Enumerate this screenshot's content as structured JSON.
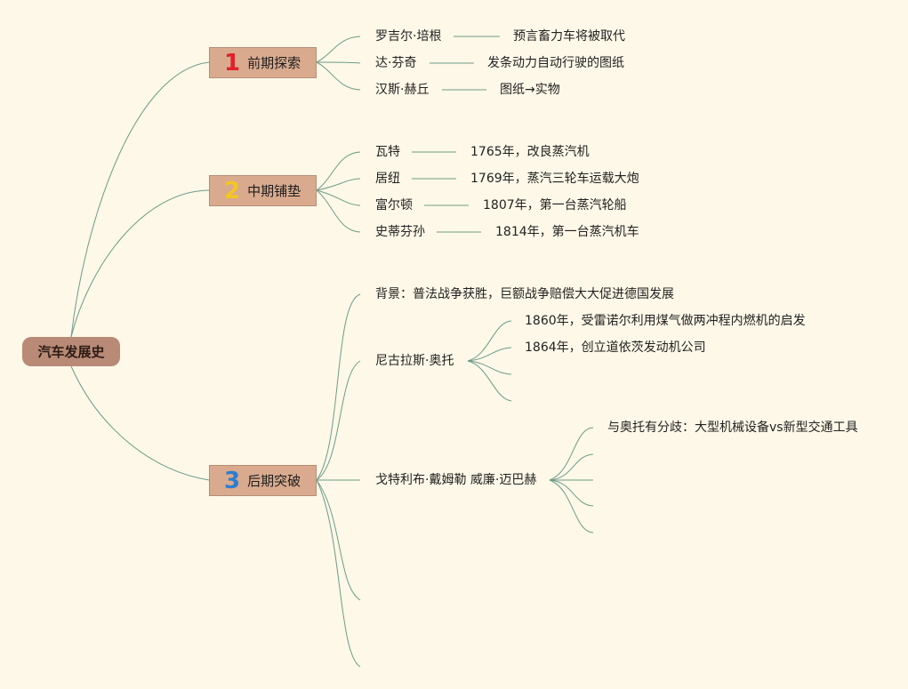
{
  "root": {
    "label": "汽车发展史"
  },
  "branches": [
    {
      "number": "1",
      "label": "前期探索",
      "items": [
        {
          "name": "罗吉尔·培根",
          "detail": "预言畜力车将被取代"
        },
        {
          "name": "达·芬奇",
          "detail": "发条动力自动行驶的图纸"
        },
        {
          "name": "汉斯·赫丘",
          "detail": "图纸→实物"
        }
      ]
    },
    {
      "number": "2",
      "label": "中期铺垫",
      "items": [
        {
          "name": "瓦特",
          "detail": "1765年，改良蒸汽机"
        },
        {
          "name": "居纽",
          "detail": "1769年，蒸汽三轮车运载大炮"
        },
        {
          "name": "富尔顿",
          "detail": "1807年，第一台蒸汽轮船"
        },
        {
          "name": "史蒂芬孙",
          "detail": "1814年，第一台蒸汽机车"
        }
      ]
    },
    {
      "number": "3",
      "label": "后期突破",
      "background": "背景：普法战争获胜，巨额战争赔偿大大促进德国发展",
      "otto": {
        "name": "尼古拉斯·奥托",
        "details": [
          "1860年，受雷诺尔利用煤气做两冲程内燃机的启发",
          "1864年，创立道依茨发动机公司"
        ]
      },
      "daimler": {
        "name": "戈特利布·戴姆勒 威廉·迈巴赫",
        "details": [
          "与奥托有分歧：大型机械设备vs新型交通工具"
        ]
      }
    }
  ],
  "colors": {
    "background": "#fdf8e7",
    "connector": "#6e9c8a",
    "root_fill": "#b98a76",
    "branch_fill": "#d9aa8e",
    "number_1": "#e0202a",
    "number_2": "#f3c623",
    "number_3": "#2d7ed0"
  }
}
